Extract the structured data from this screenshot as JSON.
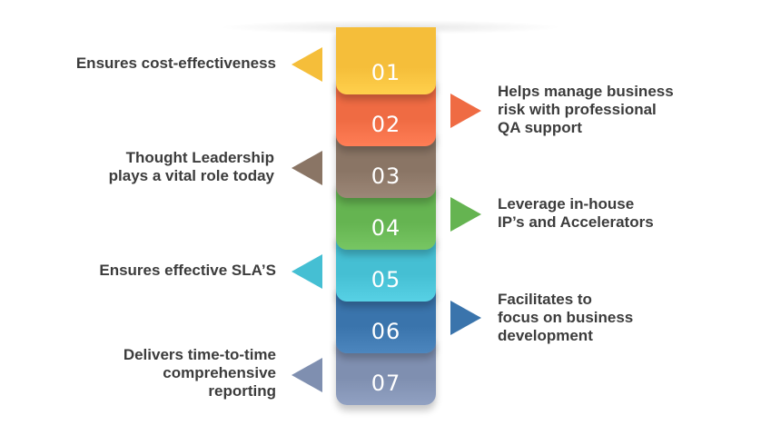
{
  "items": [
    {
      "number": "01",
      "color": "#F5BE3A",
      "lines": [
        "Ensures cost-effectiveness"
      ]
    },
    {
      "number": "02",
      "color": "#EF6B43",
      "lines": [
        "Helps manage business",
        "risk with professional",
        "QA support"
      ]
    },
    {
      "number": "03",
      "color": "#8A7565",
      "lines": [
        "Thought Leadership",
        "plays a vital role today"
      ]
    },
    {
      "number": "04",
      "color": "#65B451",
      "lines": [
        "Leverage in-house",
        "IP’s and Accelerators"
      ]
    },
    {
      "number": "05",
      "color": "#45BFD3",
      "lines": [
        "Ensures effective SLA’S"
      ]
    },
    {
      "number": "06",
      "color": "#3A74AC",
      "lines": [
        "Facilitates to",
        "focus on business",
        "development"
      ]
    },
    {
      "number": "07",
      "color": "#7F8FB0",
      "lines": [
        "Delivers time-to-time",
        "comprehensive",
        "reporting"
      ]
    }
  ]
}
